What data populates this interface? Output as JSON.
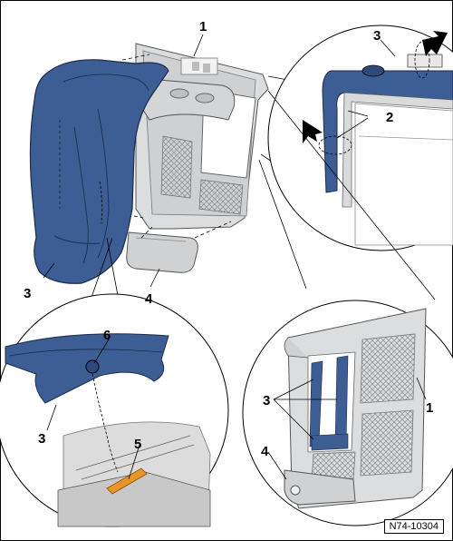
{
  "figure": {
    "reference": "N74-10304",
    "callouts": [
      "1",
      "2",
      "3",
      "4",
      "5",
      "6"
    ]
  },
  "colors": {
    "cover_blue": "#3d5d95",
    "cover_blue_dark": "#2e4a7a",
    "panel_grey": "#d9dadb",
    "panel_grey_dark": "#a8aaac",
    "clip_orange": "#e8962a",
    "line": "#000000"
  }
}
